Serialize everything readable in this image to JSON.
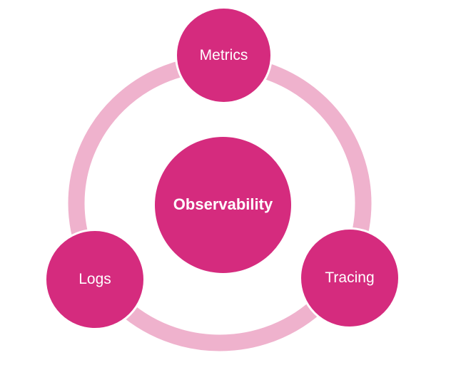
{
  "diagram": {
    "type": "cycle-hub",
    "center": {
      "id": "observability",
      "label": "Observability"
    },
    "nodes": [
      {
        "id": "metrics",
        "label": "Metrics",
        "position": "top"
      },
      {
        "id": "logs",
        "label": "Logs",
        "position": "bottom-left"
      },
      {
        "id": "tracing",
        "label": "Tracing",
        "position": "bottom-right"
      }
    ]
  },
  "colors": {
    "node_fill": "#d52b7e",
    "ring": "#efb2cd",
    "label_text": "#ffffff",
    "background": "#ffffff"
  }
}
